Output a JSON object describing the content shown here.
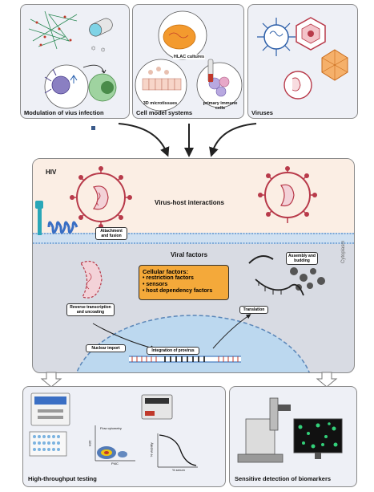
{
  "top_panels": {
    "modulation_label": "Modulation of vius infection",
    "cell_model_label": "Cell model systems",
    "viruses_label": "Viruses",
    "hlac_label": "HLAC cultures",
    "microtissues_label": "3D microtissues",
    "primary_cells_label": "primary immune cells"
  },
  "middle": {
    "hiv_label": "HIV",
    "virus_host_label": "Virus-host interactions",
    "attachment_label": "Attachment and fusion",
    "viral_factors_label": "Viral factors",
    "cytoplasm_label": "Cytoplasm",
    "cellular_factors_title": "Cellular factors:",
    "cellular_factors_items": [
      "restriction factors",
      "sensors",
      "host dependency factors"
    ],
    "assembly_label": "Assembly and budding",
    "reverse_transcription_label": "Reverse transcription and uncoating",
    "translation_label": "Translation",
    "nuclear_import_label": "Nuclear import",
    "integration_label": "Integration of provirus"
  },
  "bottom": {
    "htp_label": "High-throughput testing",
    "biomarkers_label": "Sensitive detection of biomarkers",
    "flow_title": "Flow cytometry",
    "flow_xlabel": "PI4C",
    "flow_ylabel": "H3C",
    "viab_ylabel": "% viability",
    "viab_xlabel": "% serum"
  },
  "colors": {
    "panel_bg": "#eef0f6",
    "virus_red": "#b83a4a",
    "membrane_blue": "#7fa9d6",
    "factors_box": "#f4a93a",
    "nucleus_blue": "#bcd8ef"
  }
}
